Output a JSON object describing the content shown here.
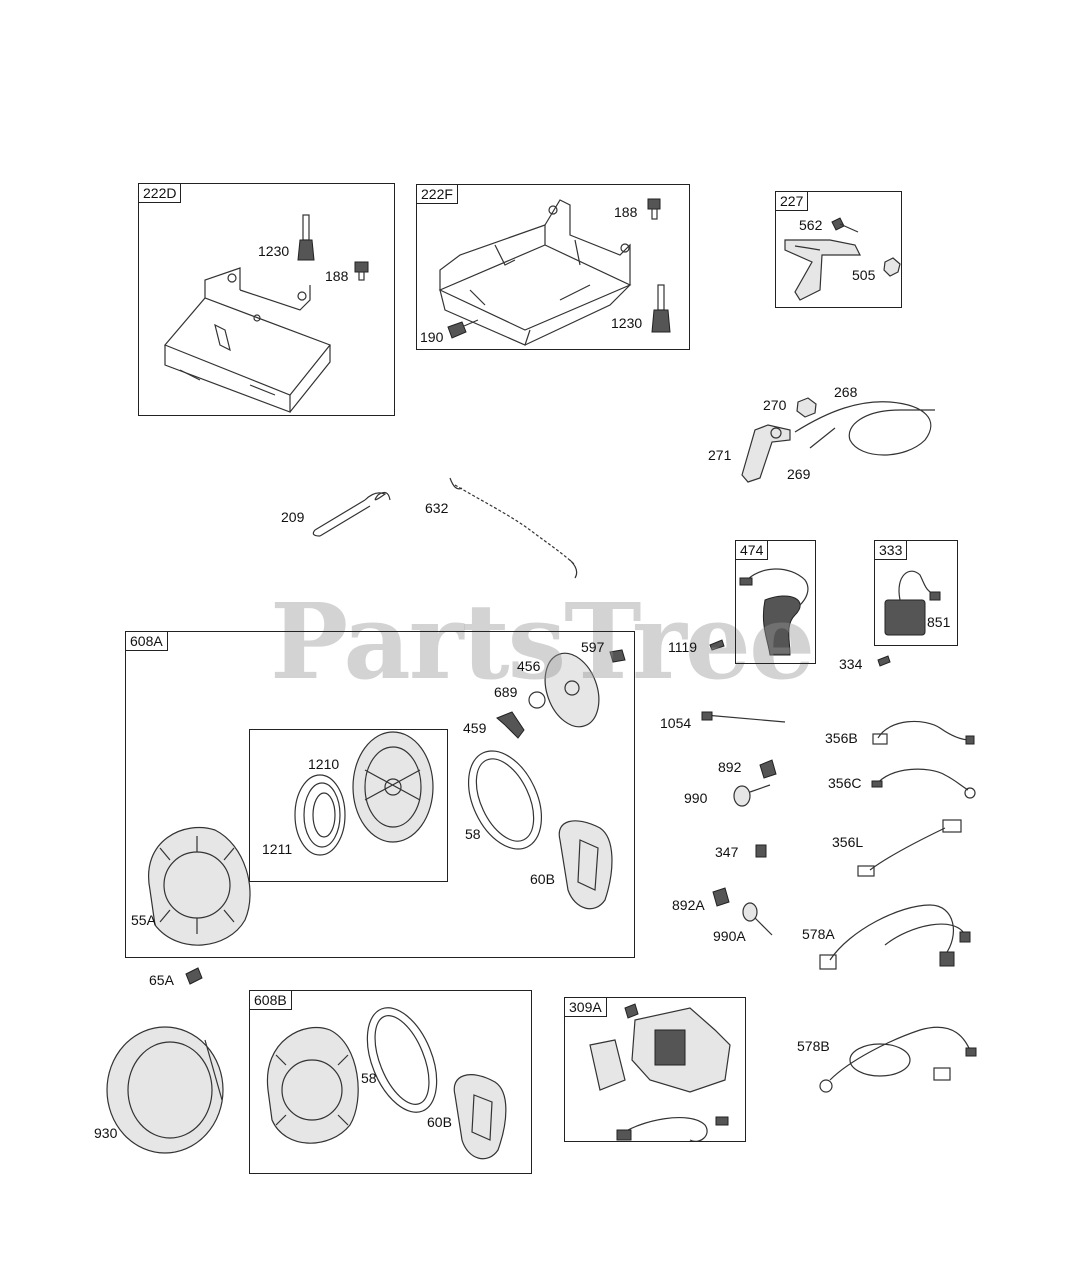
{
  "watermark": "PartsTree",
  "groups": {
    "g222D": "222D",
    "g222F": "222F",
    "g227": "227",
    "g474": "474",
    "g333": "333",
    "g608A": "608A",
    "g608B": "608B",
    "g309A": "309A"
  },
  "labels": {
    "l1230a": "1230",
    "l188a": "188",
    "l188b": "188",
    "l190": "190",
    "l1230b": "1230",
    "l562": "562",
    "l505": "505",
    "l270": "270",
    "l268": "268",
    "l271": "271",
    "l269": "269",
    "l209": "209",
    "l632": "632",
    "l1119": "1119",
    "l851": "851",
    "l334": "334",
    "l597": "597",
    "l456": "456",
    "l689": "689",
    "l459": "459",
    "l1210": "1210",
    "l1211": "1211",
    "l58a": "58",
    "l60Ba": "60B",
    "l55A": "55A",
    "l1054": "1054",
    "l356B": "356B",
    "l892": "892",
    "l990": "990",
    "l356C": "356C",
    "l347": "347",
    "l356L": "356L",
    "l892A": "892A",
    "l990A": "990A",
    "l578A": "578A",
    "l65A": "65A",
    "l930": "930",
    "l58b": "58",
    "l60Bb": "60B",
    "l578B": "578B"
  }
}
